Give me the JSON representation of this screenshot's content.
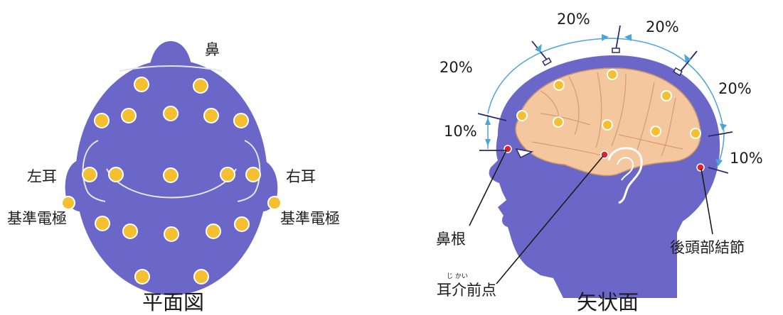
{
  "top_view": {
    "caption": "平面図",
    "label_nose": "鼻",
    "label_left_ear": "左耳",
    "label_right_ear": "右耳",
    "label_ref_left": "基準電極",
    "label_ref_right": "基準電極"
  },
  "side_view": {
    "caption": "矢状面",
    "label_nasion": "鼻根",
    "label_preauricular": "耳介前点",
    "label_preauricular_ruby": "じ かい",
    "label_inion": "後頭部結節",
    "percentages": [
      "20%",
      "20%",
      "20%",
      "20%",
      "10%",
      "10%"
    ]
  },
  "colors": {
    "head": "#6b67c9",
    "electrode": "#f4c030",
    "brain": "#f5c79f",
    "landmark": "#d9242a",
    "arrow": "#4aa5d8"
  }
}
